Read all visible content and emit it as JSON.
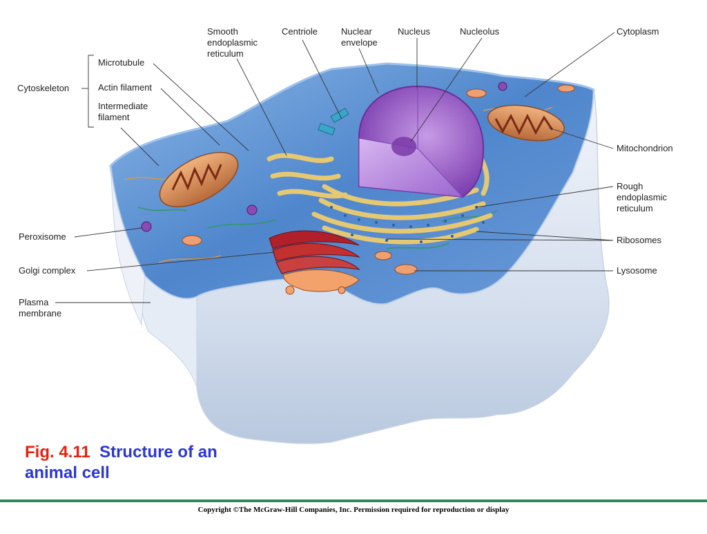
{
  "labels": {
    "smooth_er": [
      "Smooth",
      "endoplasmic",
      "reticulum"
    ],
    "centriole": "Centriole",
    "nuclear_envelope": [
      "Nuclear",
      "envelope"
    ],
    "nucleus": "Nucleus",
    "nucleolus": "Nucleolus",
    "cytoplasm": "Cytoplasm",
    "cytoskeleton": "Cytoskeleton",
    "microtubule": "Microtubule",
    "actin_filament": "Actin filament",
    "intermediate_filament": [
      "Intermediate",
      "filament"
    ],
    "mitochondrion": "Mitochondrion",
    "rough_er": [
      "Rough",
      "endoplasmic",
      "reticulum"
    ],
    "peroxisome": "Peroxisome",
    "ribosomes": "Ribosomes",
    "golgi_complex": "Golgi complex",
    "lysosome": "Lysosome",
    "plasma_membrane": [
      "Plasma",
      "membrane"
    ]
  },
  "caption": {
    "figure_number": "Fig. 4.11",
    "title": "Structure of an animal cell"
  },
  "copyright": "Copyright ©The McGraw-Hill Companies, Inc. Permission required for reproduction or display",
  "colors": {
    "caption_number": "#e8200c",
    "caption_title": "#2a36d6",
    "footer_rule": "#2e8a5a",
    "cytoplasm_blue": "#5a8fd0",
    "nucleus_purple": "#9b5fc7",
    "organelle_orange": "#e08a55",
    "er_yellow": "#e6c872"
  },
  "icons": [
    "animal-cell-illustration"
  ]
}
